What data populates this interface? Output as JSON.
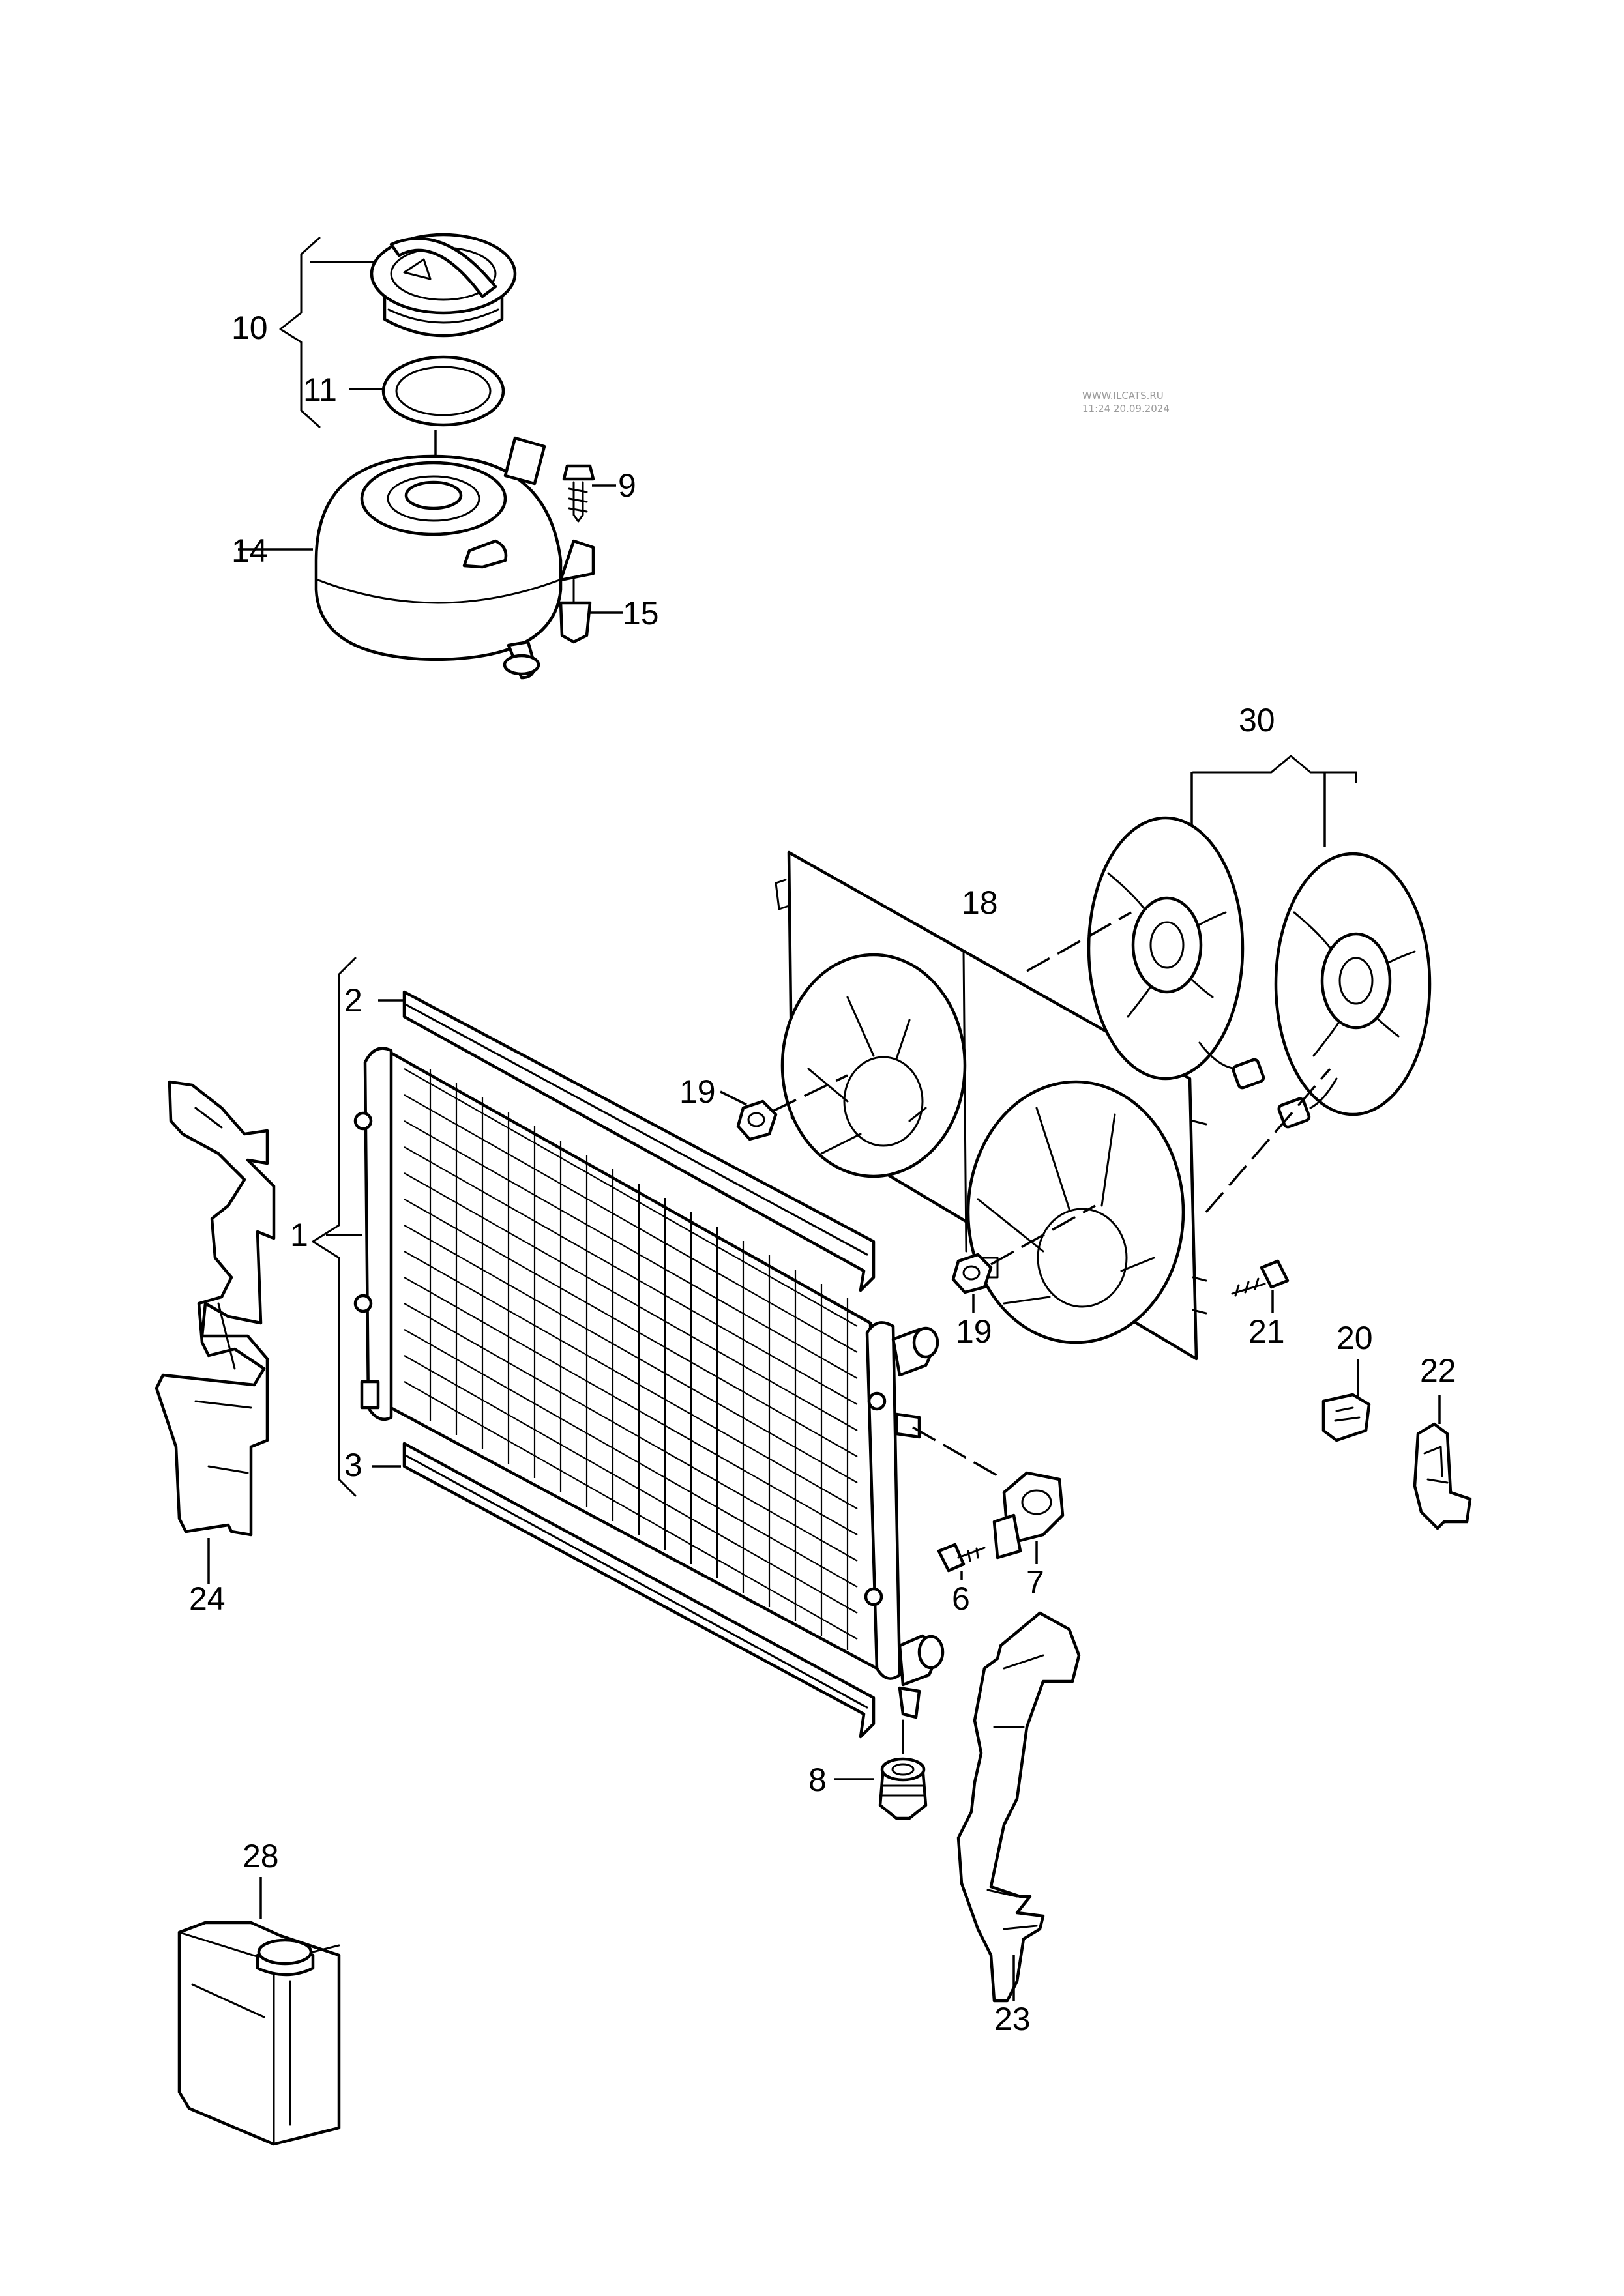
{
  "watermark": {
    "site": "WWW.ILCATS.RU",
    "stamp": "11:24 20.09.2024"
  },
  "callouts": {
    "c1": "1",
    "c2": "2",
    "c3": "3",
    "c6": "6",
    "c7": "7",
    "c8": "8",
    "c9": "9",
    "c10": "10",
    "c11": "11",
    "c14": "14",
    "c15": "15",
    "c18": "18",
    "c19a": "19",
    "c19b": "19",
    "c20": "20",
    "c21": "21",
    "c22": "22",
    "c23": "23",
    "c24": "24",
    "c28": "28",
    "c30": "30"
  },
  "colors": {
    "line": "#000000",
    "background": "#ffffff",
    "watermark": "#9a9a9a"
  }
}
